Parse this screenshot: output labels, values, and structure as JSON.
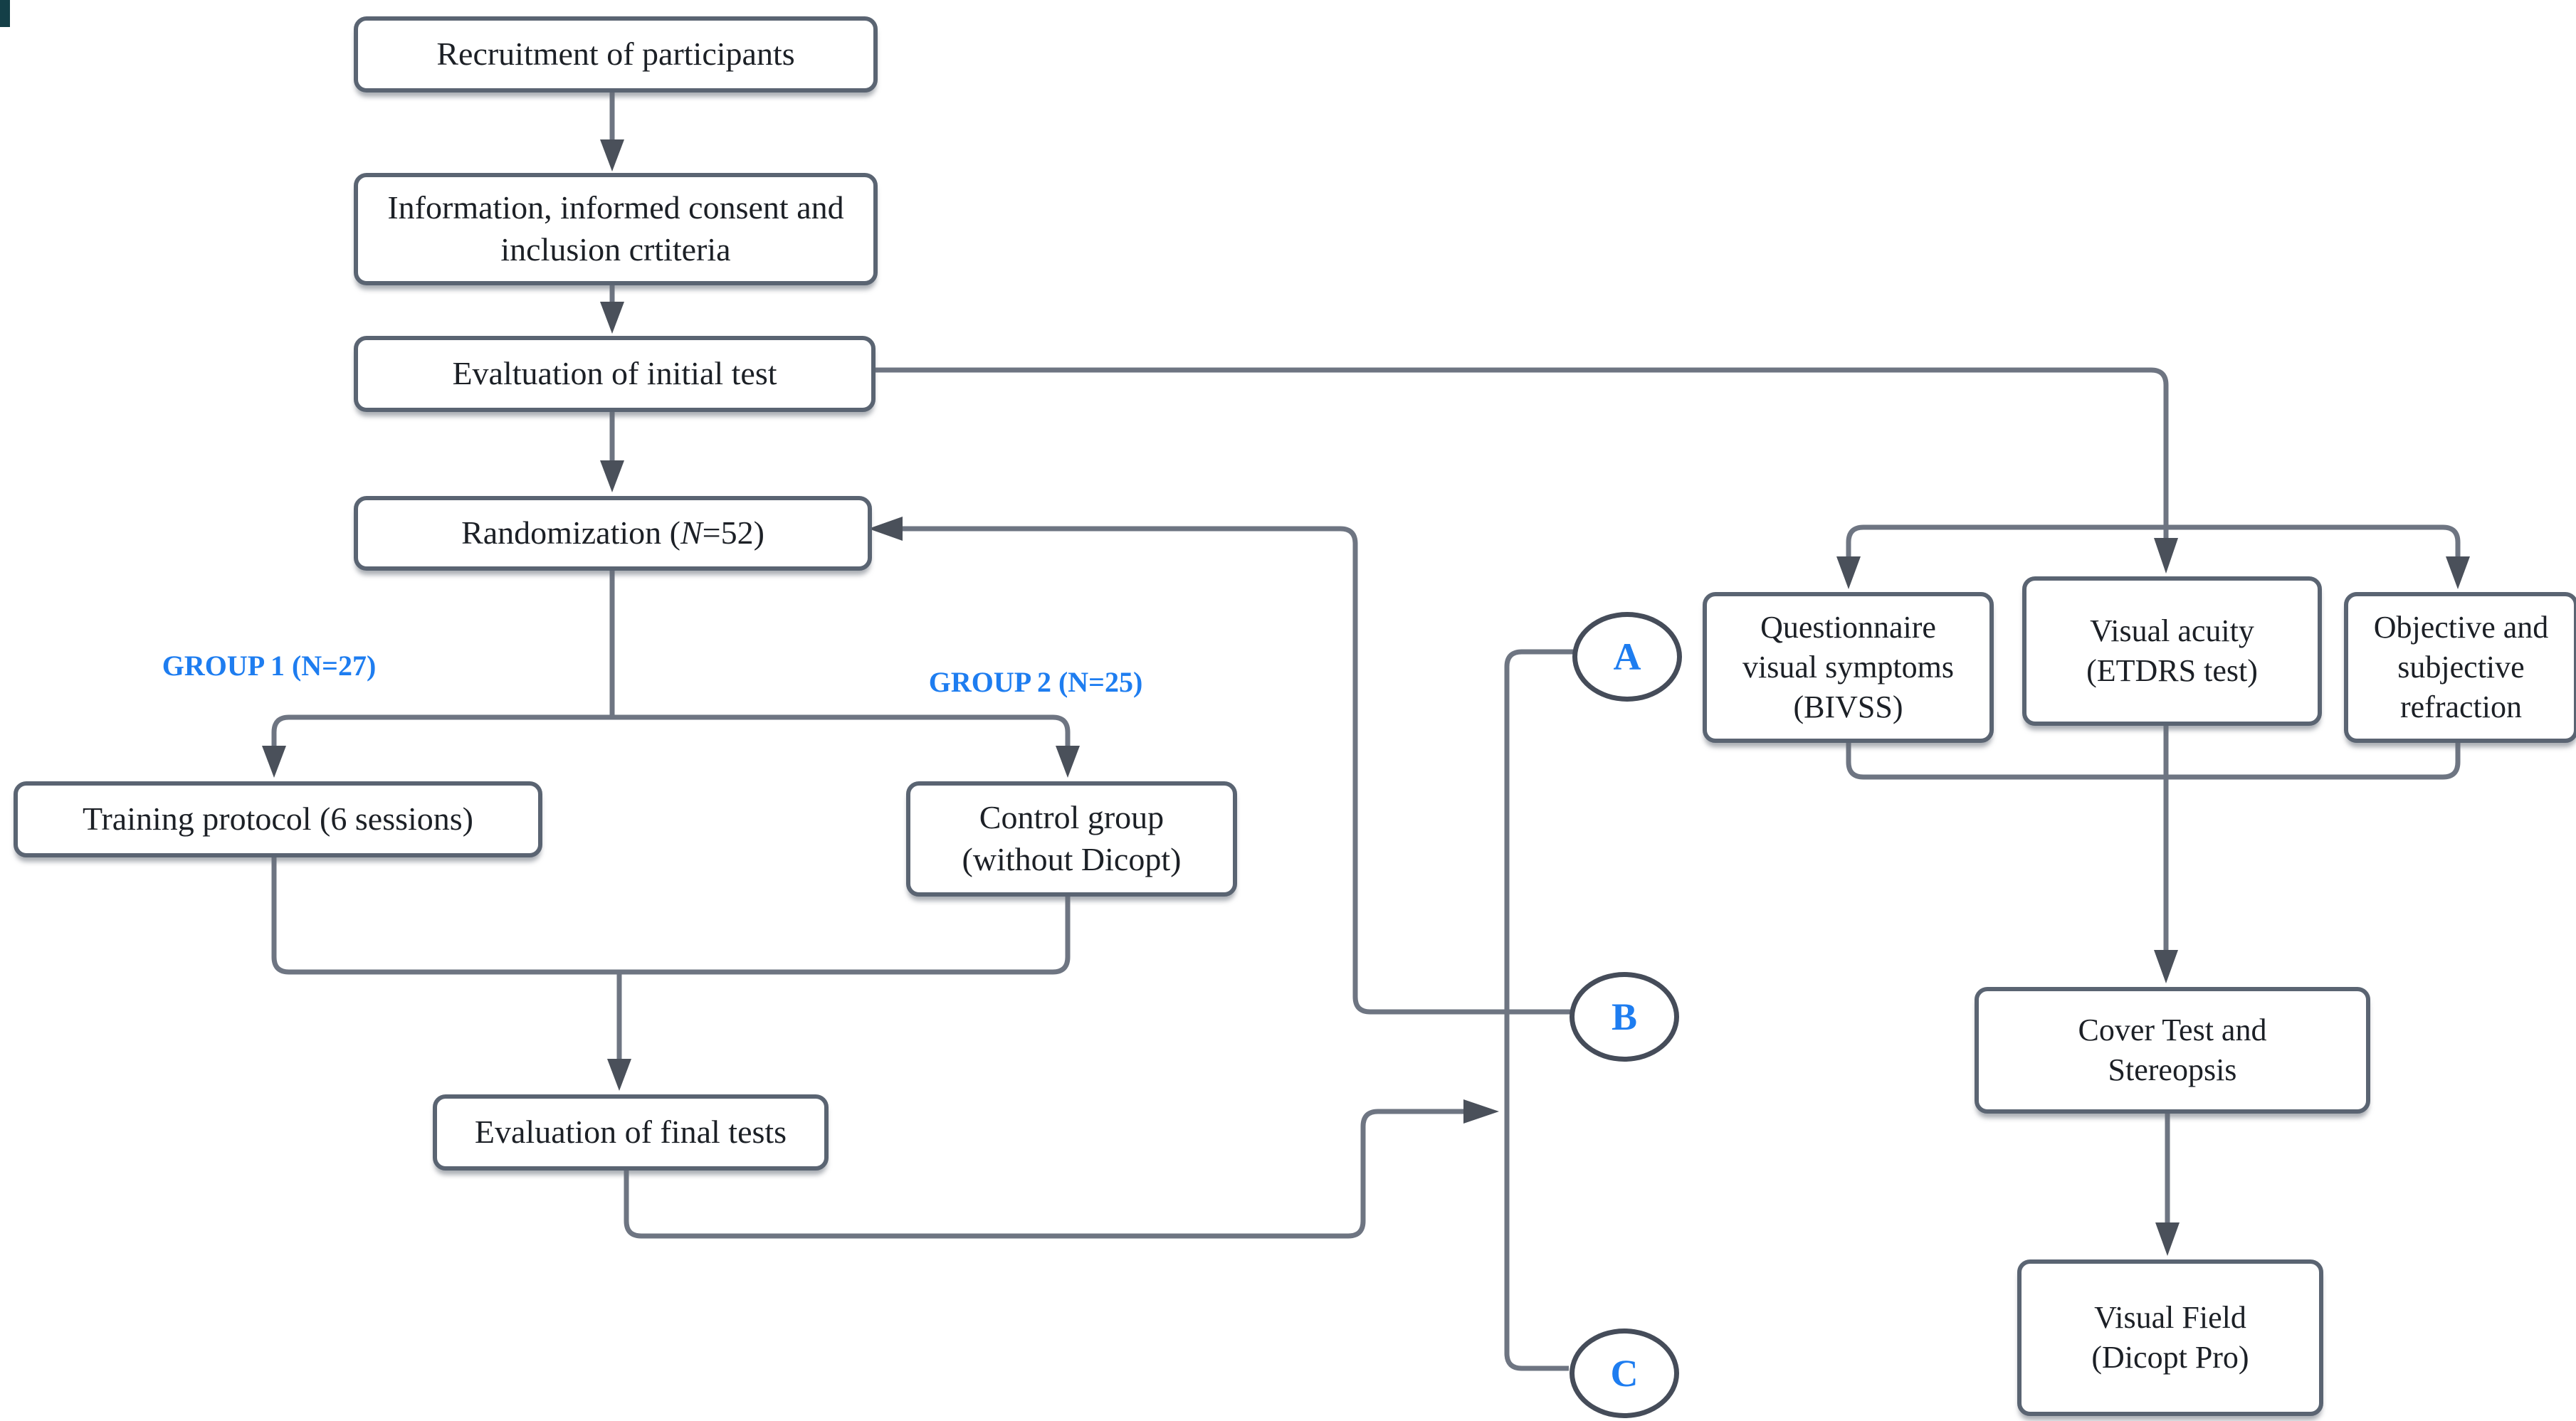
{
  "figure": {
    "type": "study-flowchart",
    "description": "Randomized study protocol flow diagram with evaluation tests branch"
  },
  "nodes": {
    "recruitment": {
      "label": "Recruitment of participants"
    },
    "info": {
      "line1": "Information, informed consent and",
      "line2": "inclusion crtiteria"
    },
    "initial": {
      "label": "Evaltuation of initial test"
    },
    "randomization": {
      "prefix": "Randomization (",
      "n": "N",
      "suffix": "=52)"
    },
    "training": {
      "label": "Training protocol (6 sessions)"
    },
    "control": {
      "line1": "Control group",
      "line2": "(without Dicopt)"
    },
    "final": {
      "label": "Evaluation of final tests"
    },
    "bivss": {
      "line1": "Questionnaire",
      "line2": "visual symptoms",
      "line3": "(BIVSS)"
    },
    "acuity": {
      "line1": "Visual acuity",
      "line2": "(ETDRS test)"
    },
    "objective": {
      "line1": "Objective and",
      "line2": "subjective",
      "line3": "refraction"
    },
    "cover": {
      "line1": "Cover Test and",
      "line2": "Stereopsis"
    },
    "field": {
      "line1": "Visual Field",
      "line2": "(Dicopt Pro)"
    }
  },
  "group_labels": {
    "group1": "GROUP 1 (N=27)",
    "group2": "GROUP 2 (N=25)"
  },
  "connector_badges": {
    "a": "A",
    "b": "B",
    "c": "C"
  },
  "colors": {
    "accent_blue": "#1e7df0",
    "line_gray": "#6e7582",
    "box_border": "#5a6472",
    "arrowhead": "#4a505a",
    "corner_mark": "#143f47"
  }
}
